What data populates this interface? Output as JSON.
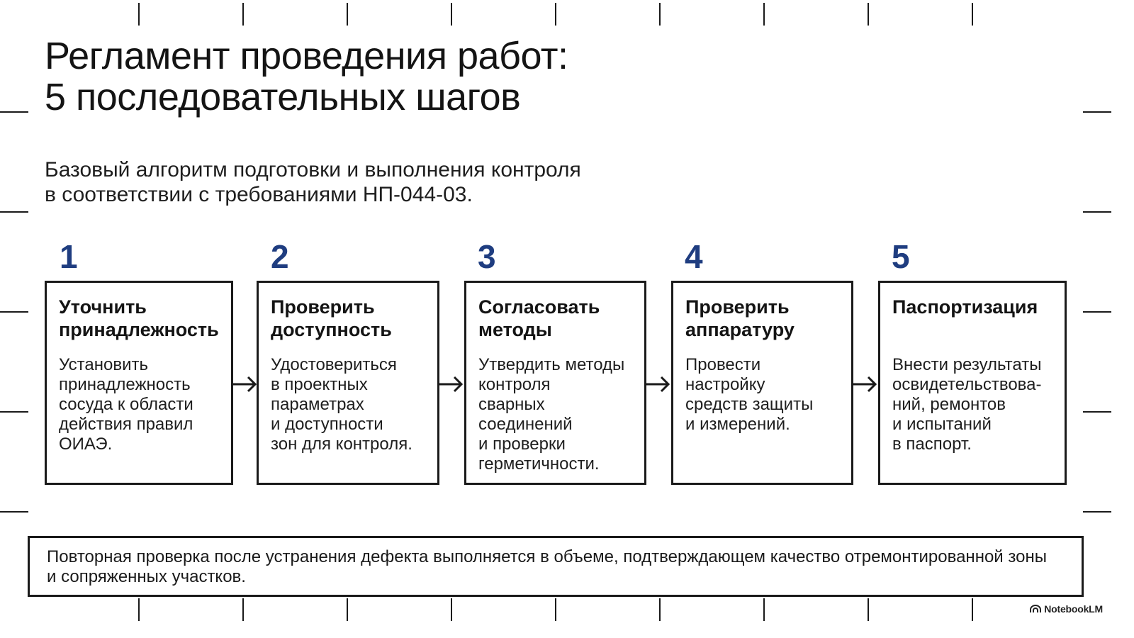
{
  "title": [
    "Регламент проведения работ:",
    "5 последовательных шагов"
  ],
  "subtitle": [
    "Базовый алгоритм подготовки и выполнения контроля",
    "в соответствии с требованиями НП-044-03."
  ],
  "steps": [
    {
      "number": "1",
      "title": [
        "Уточнить",
        "принадлежность"
      ],
      "description": [
        "Установить",
        "принадлежность",
        "сосуда к области",
        "действия правил",
        "ОИАЭ."
      ]
    },
    {
      "number": "2",
      "title": [
        "Проверить",
        "доступность"
      ],
      "description": [
        "Удостовериться",
        "в проектных",
        "параметрах",
        "и доступности",
        "зон для контроля."
      ]
    },
    {
      "number": "3",
      "title": [
        "Согласовать",
        "методы"
      ],
      "description": [
        "Утвердить методы",
        "контроля",
        "сварных",
        "соединений",
        "и проверки",
        "герметичности."
      ]
    },
    {
      "number": "4",
      "title": [
        "Проверить",
        "аппаратуру"
      ],
      "description": [
        "Провести",
        "настройку",
        "средств защиты",
        "и измерений."
      ]
    },
    {
      "number": "5",
      "title": [
        "Паспортизация"
      ],
      "description": [
        "Внести результаты",
        "освидетельствова-",
        "ний, ремонтов",
        "и испытаний",
        "в паспорт."
      ]
    }
  ],
  "note": [
    "Повторная проверка после устранения дефекта выполняется в объеме, подтверждающем качество отремонтированной зоны",
    "и сопряженных участков."
  ],
  "brand": {
    "label": "NotebookLM",
    "icon": "notebooklm-logo-icon"
  },
  "colors": {
    "accent": "#1f3d80",
    "border": "#1a1a1a",
    "text": "#141414"
  }
}
